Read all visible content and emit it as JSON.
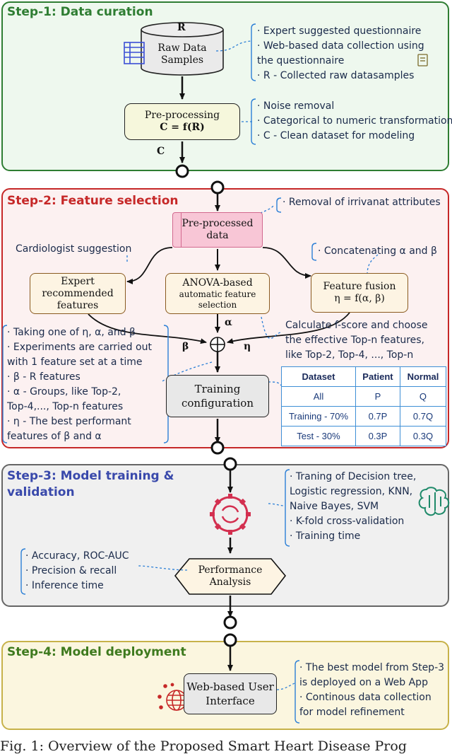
{
  "steps": {
    "s1": {
      "title": "Step-1: Data curation",
      "color": "#2e7d32",
      "bg": "#eef8ee"
    },
    "s2": {
      "title": "Step-2: Feature selection",
      "color": "#c62828",
      "bg": "#fcf1f1"
    },
    "s3": {
      "title_l1": "Step-3: Model training &",
      "title_l2": "validation",
      "color": "#3949ab",
      "bg": "#f0f0f0"
    },
    "s4": {
      "title": "Step-4: Model deployment",
      "color": "#3e7a1e",
      "bg": "#fbf6df"
    }
  },
  "nodes": {
    "raw_r": "R",
    "raw_data": "Raw Data\nSamples",
    "preprocessing_l1": "Pre-processing",
    "preprocessing_l2": "C = f(R)",
    "c_label": "C",
    "preprocessed": "Pre-processed\ndata",
    "expert": "Expert\nrecommended\nfeatures",
    "anova_l1": "ANOVA-based",
    "anova_l2": "automatic feature\nselection",
    "fusion_l1": "Feature fusion",
    "fusion_l2": "η = f(α, β)",
    "alpha": "α",
    "beta": "β",
    "eta": "η",
    "training_cfg": "Training\nconfiguration",
    "performance": "Performance\nAnalysis",
    "web_ui": "Web-based User\nInterface"
  },
  "notes": {
    "s1_raw": [
      "· Expert suggested questionnaire",
      "· Web-based data collection using",
      "  the questionnaire",
      "· R - Collected raw datasamples"
    ],
    "s1_pre": [
      "· Noise removal",
      "· Categorical to numeric transformation",
      "· C - Clean dataset for modeling"
    ],
    "s2_removal": "· Removal of irrivanat attributes",
    "s2_cardio": "Cardiologist suggestion",
    "s2_concat": "· Concatenating α and β",
    "s2_fscore": [
      "Calculate f-score and choose",
      "the effective Top-n features,",
      "like Top-2, Top-4, ..., Top-n"
    ],
    "s2_left": [
      "· Taking one of η, α, and β",
      "· Experiments are carried out",
      "  with 1 feature set at a time",
      "· β - R features",
      "· α - Groups, like Top-2,",
      "  Top-4,..., Top-n features",
      "· η  - The best performant",
      "  features of β and α"
    ],
    "s3_right": [
      "· Traning of Decision tree,",
      "  Logistic regression, KNN,",
      "  Naive Bayes, SVM",
      "· K-fold cross-validation",
      "· Training time"
    ],
    "s3_left": [
      "· Accuracy, ROC-AUC",
      "· Precision & recall",
      "· Inference time"
    ],
    "s4_right": [
      "· The best model from Step-3",
      "  is deployed on a Web App",
      "· Continous data collection",
      "  for model refinement"
    ]
  },
  "table": {
    "headers": [
      "Dataset",
      "Patient",
      "Normal"
    ],
    "rows": [
      [
        "All",
        "P",
        "Q"
      ],
      [
        "Training - 70%",
        "0.7P",
        "0.7Q"
      ],
      [
        "Test - 30%",
        "0.3P",
        "0.3Q"
      ]
    ]
  },
  "caption": "Fig. 1: Overview of the Proposed Smart Heart Disease Prog",
  "colors": {
    "accent_blue": "#2b7fd6",
    "node_fill": "#fdf4e3",
    "node_border": "#8a5a20",
    "pink_fill": "#f8c6d6",
    "pink_border": "#d2698f",
    "grey_fill": "#e8e8e8"
  },
  "icons": [
    "table-icon",
    "document-icon",
    "gear-refresh-icon",
    "brain-circuit-icon",
    "globe-network-icon"
  ]
}
